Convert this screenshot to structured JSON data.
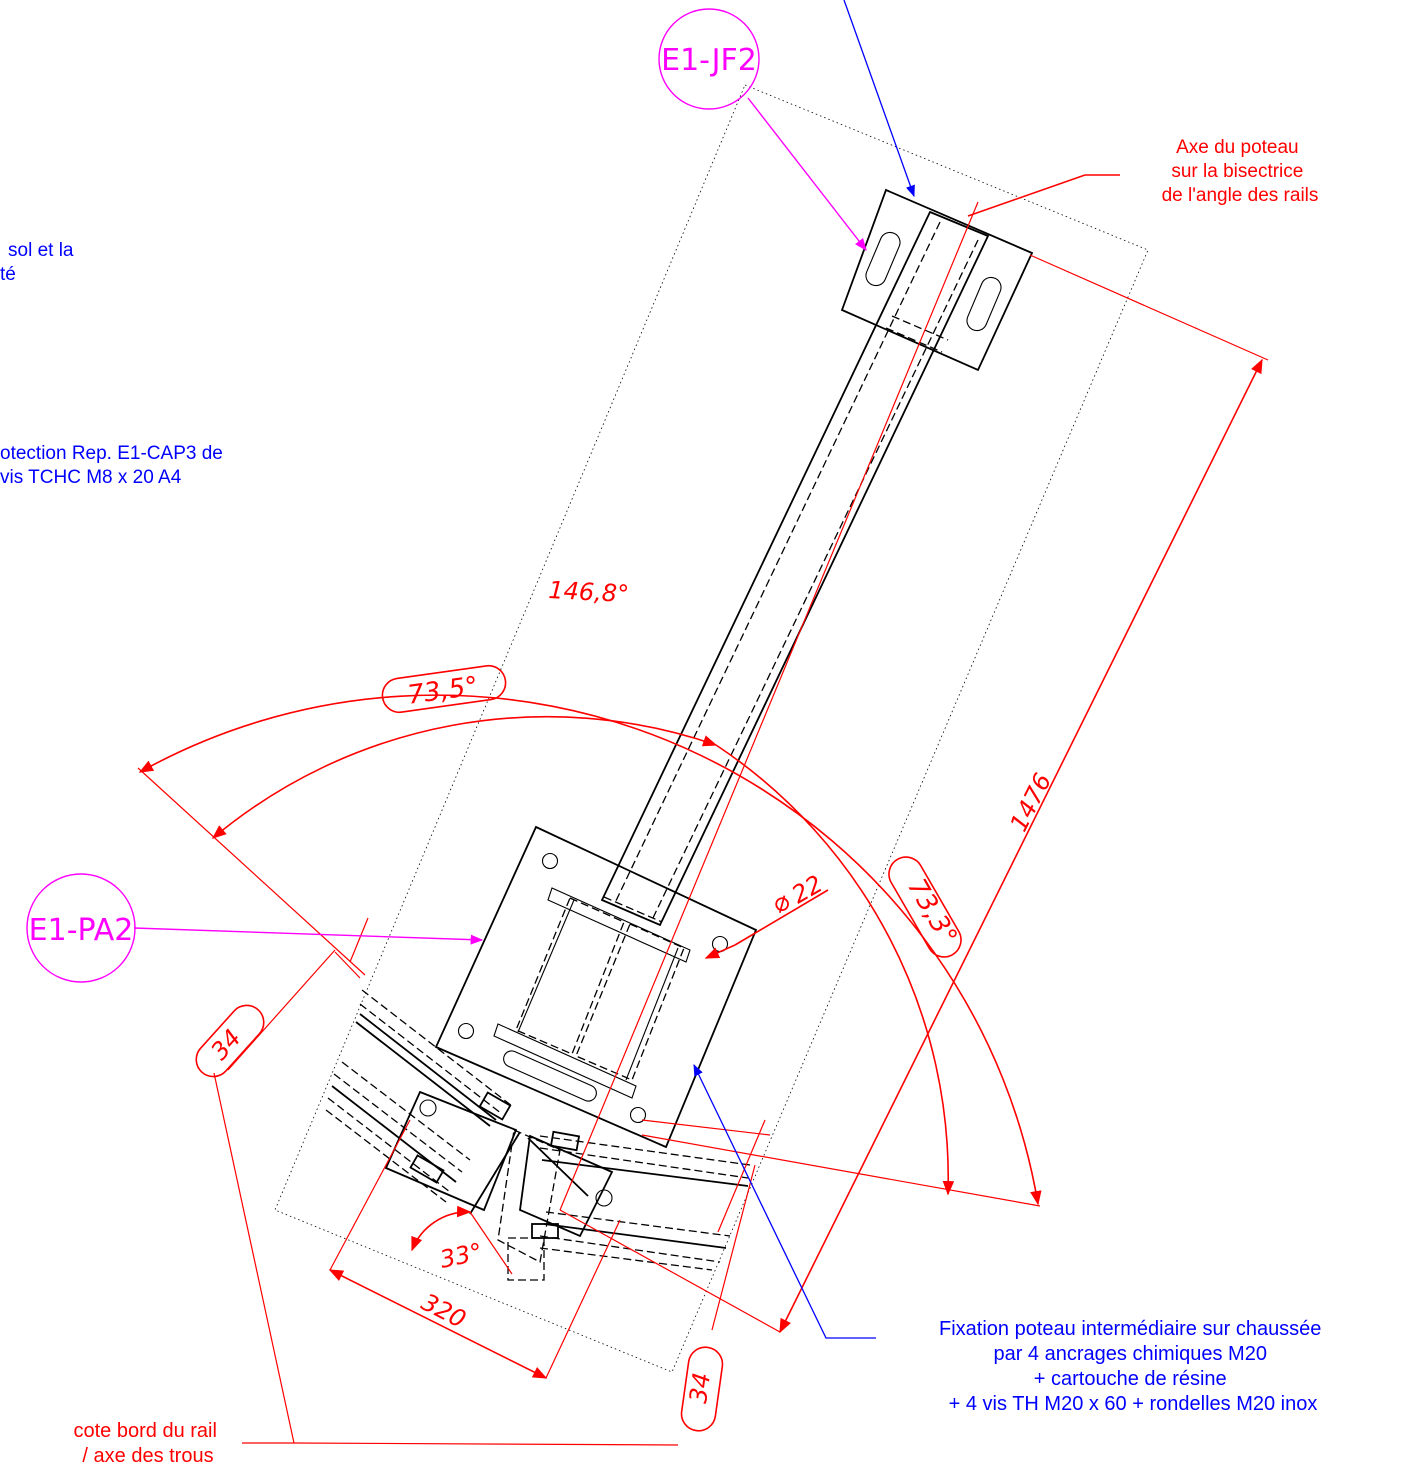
{
  "colors": {
    "dimension": "#ff0000",
    "note": "#0000ff",
    "reference": "#ff00ff",
    "part": "#000000"
  },
  "references": {
    "top": "E1-JF2",
    "base": "E1-PA2"
  },
  "dimensions": {
    "total_angle": "146,8°",
    "angle_left": "73,5°",
    "angle_right": "73,3°",
    "height": "1476",
    "diameter": "22",
    "small_angle": "33°",
    "base_width": "320",
    "edge_left": "34",
    "edge_bottom": "34"
  },
  "notes": {
    "axis": [
      "Axe du poteau",
      "sur la bisectrice",
      "de l'angle des rails"
    ],
    "left_top": [
      "sol et la",
      "té"
    ],
    "left_mid": [
      "otection Rep. E1-CAP3 de",
      " vis TCHC M8 x 20 A4"
    ],
    "fixation": [
      "Fixation poteau intermédiaire sur chaussée",
      "par 4 ancrages chimiques M20",
      "+ cartouche de résine",
      "+ 4 vis TH M20 x 60 + rondelles M20 inox"
    ],
    "edge": [
      "cote bord du rail",
      "/ axe des trous"
    ]
  }
}
